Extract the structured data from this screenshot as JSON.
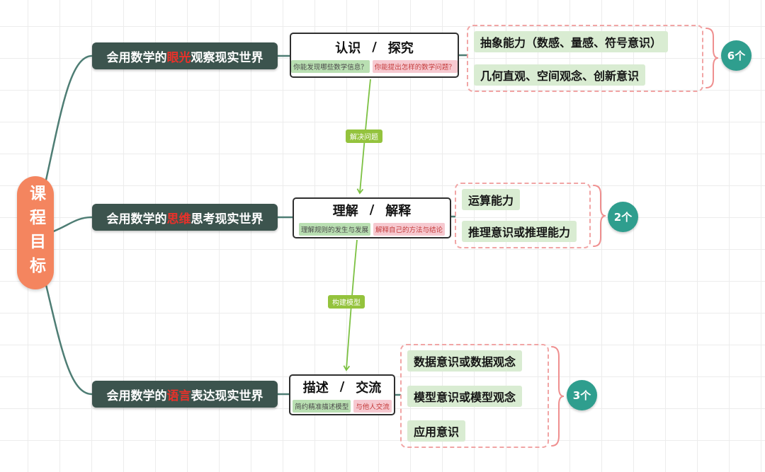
{
  "root": {
    "label": "课程目标"
  },
  "branches": [
    {
      "goal": {
        "prefix": "会用数学的",
        "highlight": "眼光",
        "suffix": "观察现实世界"
      },
      "action": {
        "left": "认识",
        "divider": "/",
        "right": "探究",
        "question_green": "你能发现哪些数学信息？",
        "question_pink": "你能提出怎样的数学问题？"
      },
      "abilities": [
        "抽象能力（数感、量感、符号意识）",
        "几何直观、空间观念、创新意识"
      ],
      "count": "6个"
    },
    {
      "goal": {
        "prefix": "会用数学的",
        "highlight": "思维",
        "suffix": "思考现实世界"
      },
      "action": {
        "left": "理解",
        "divider": "/",
        "right": "解释",
        "question_green": "理解规则的发生与发展",
        "question_pink": "解释自己的方法与结论"
      },
      "abilities": [
        "运算能力",
        "推理意识或推理能力"
      ],
      "count": "2个"
    },
    {
      "goal": {
        "prefix": "会用数学的",
        "highlight": "语言",
        "suffix": "表达现实世界"
      },
      "action": {
        "left": "描述",
        "divider": "/",
        "right": "交流",
        "question_green": "简约精准描述模型",
        "question_pink": "与他人交流"
      },
      "abilities": [
        "数据意识或数据观念",
        "模型意识或模型观念",
        "应用意识"
      ],
      "count": "3个"
    }
  ],
  "process_labels": [
    "解决问题",
    "构建模型"
  ],
  "colors": {
    "root_bg": "#f4855f",
    "goal_node_bg": "#3c544e",
    "highlight_red": "#e8312a",
    "ability_bg": "#d9ecd2",
    "question_green_bg": "#b9dfb2",
    "question_pink_bg": "#f6c9d0",
    "flow_green": "#7cc142",
    "count_badge_teal": "#2f9e8e",
    "connector_teal": "#4e7d74",
    "brace_pink": "#ef8f8f"
  }
}
